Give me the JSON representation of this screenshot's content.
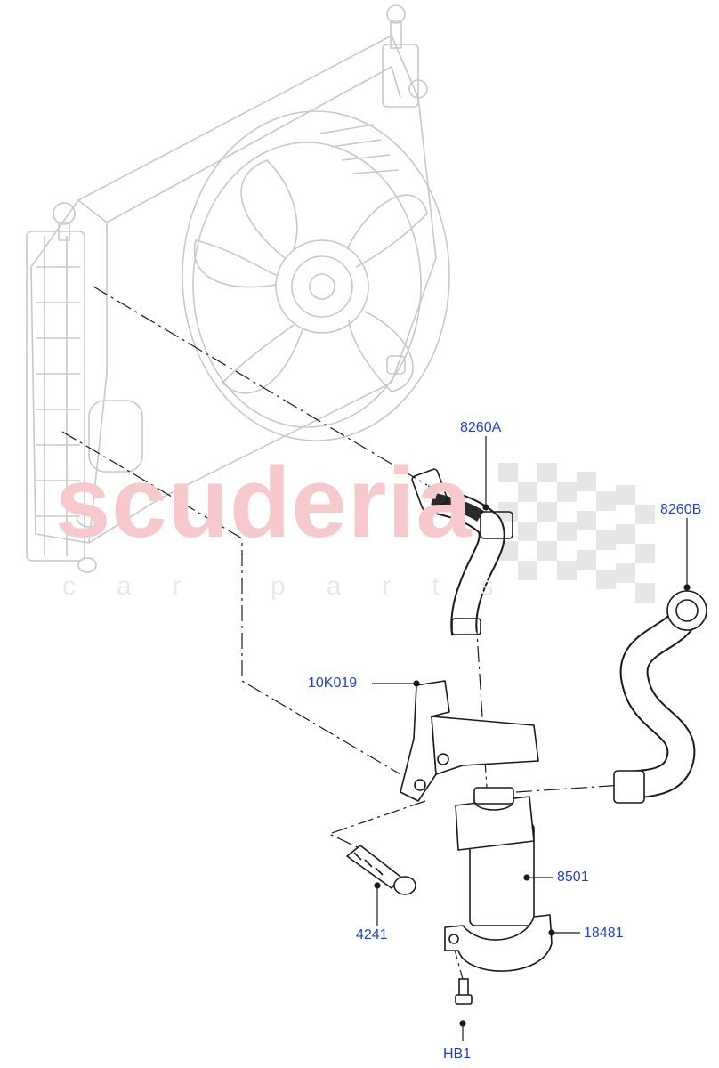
{
  "watermark": {
    "brand": "scuderia",
    "tagline": "car parts"
  },
  "callouts": [
    {
      "id": "8260A",
      "label": "8260A"
    },
    {
      "id": "8260B",
      "label": "8260B"
    },
    {
      "id": "10K019",
      "label": "10K019"
    },
    {
      "id": "8501",
      "label": "8501"
    },
    {
      "id": "4241",
      "label": "4241"
    },
    {
      "id": "18481",
      "label": "18481"
    },
    {
      "id": "HB1",
      "label": "HB1"
    }
  ],
  "colors": {
    "callout": "#1f3fd6",
    "radiator": "#c8c8c8",
    "parts": "#1a1a1a",
    "watermark": "#f7c9cd"
  }
}
